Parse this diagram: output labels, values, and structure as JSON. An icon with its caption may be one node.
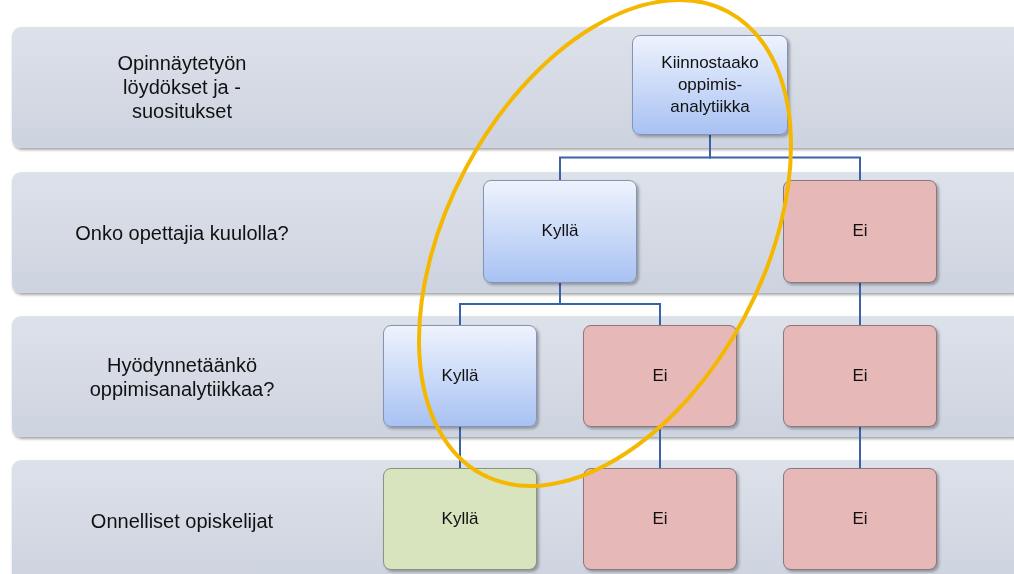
{
  "diagram": {
    "nodes": [
      {
        "text": [
          "Opinnäytetyön löydökset ja -suositukset"
        ]
      },
      {
        "text": [
          "Kiinnostaako oppimis- analytiikka"
        ],
        "in": 0
      },
      {
        "text": [
          "Onko opettajia kuulolla?"
        ]
      },
      {
        "text": [
          "Kyllä"
        ],
        "in": 2
      },
      {
        "text": [
          "Ei"
        ],
        "in": 2
      },
      {
        "text": [
          "Hyödynnetäänkö oppimisanalytiikkaa?"
        ]
      },
      {
        "text": [
          "Kyllä"
        ],
        "in": 5
      },
      {
        "text": [
          "Ei"
        ],
        "in": 5
      },
      {
        "text": [
          "Ei"
        ],
        "in": 5
      },
      {
        "text": [
          "Onnelliset opiskelijat"
        ]
      },
      {
        "text": [
          "Kyllä"
        ],
        "in": 9
      },
      {
        "text": [
          "Ei"
        ],
        "in": 9
      },
      {
        "text": [
          "Ei"
        ],
        "in": 9
      }
    ],
    "edges": [
      {
        "from": 1,
        "to": 3,
        "arrow": "none"
      },
      {
        "from": 1,
        "to": 4,
        "arrow": "none"
      },
      {
        "from": 3,
        "to": 6,
        "arrow": "none"
      },
      {
        "from": 3,
        "to": 7,
        "arrow": "none"
      },
      {
        "from": 4,
        "to": 8,
        "arrow": "none"
      },
      {
        "from": 6,
        "to": 10,
        "arrow": "none"
      },
      {
        "from": 7,
        "to": 11,
        "arrow": "none"
      },
      {
        "from": 8,
        "to": 12,
        "arrow": "none"
      }
    ]
  }
}
